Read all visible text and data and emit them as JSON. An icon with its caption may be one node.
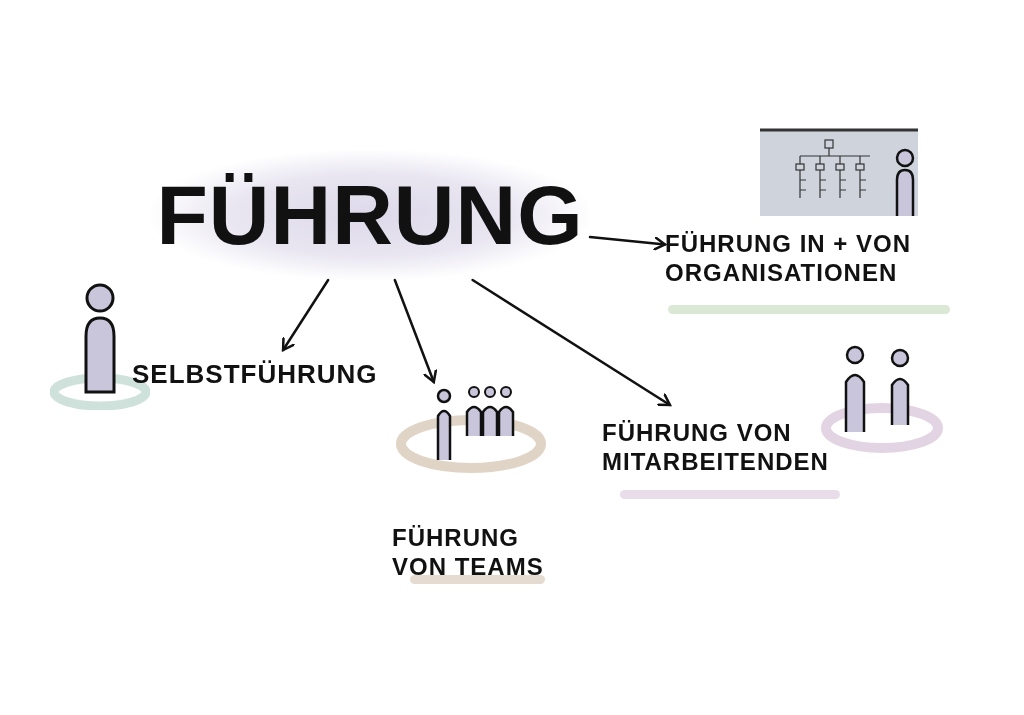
{
  "diagram": {
    "nodes": [
      {
        "text": [
          "FÜHRUNG"
        ]
      },
      {
        "text": [
          "FÜHRUNG IN + VON ORGANISATIONEN"
        ]
      },
      {
        "text": [
          "SELBSTFÜHRUNG"
        ]
      },
      {
        "text": [
          "FÜHRUNG VON TEAMS"
        ]
      },
      {
        "text": [
          "FÜHRUNG VON MITARBEITENDEN"
        ]
      }
    ],
    "edges": [
      {
        "from": 0,
        "to": 1,
        "arrow": "to"
      },
      {
        "from": 0,
        "to": 2,
        "arrow": "to"
      },
      {
        "from": 0,
        "to": 3,
        "arrow": "to"
      },
      {
        "from": 0,
        "to": 4,
        "arrow": "to"
      }
    ]
  }
}
